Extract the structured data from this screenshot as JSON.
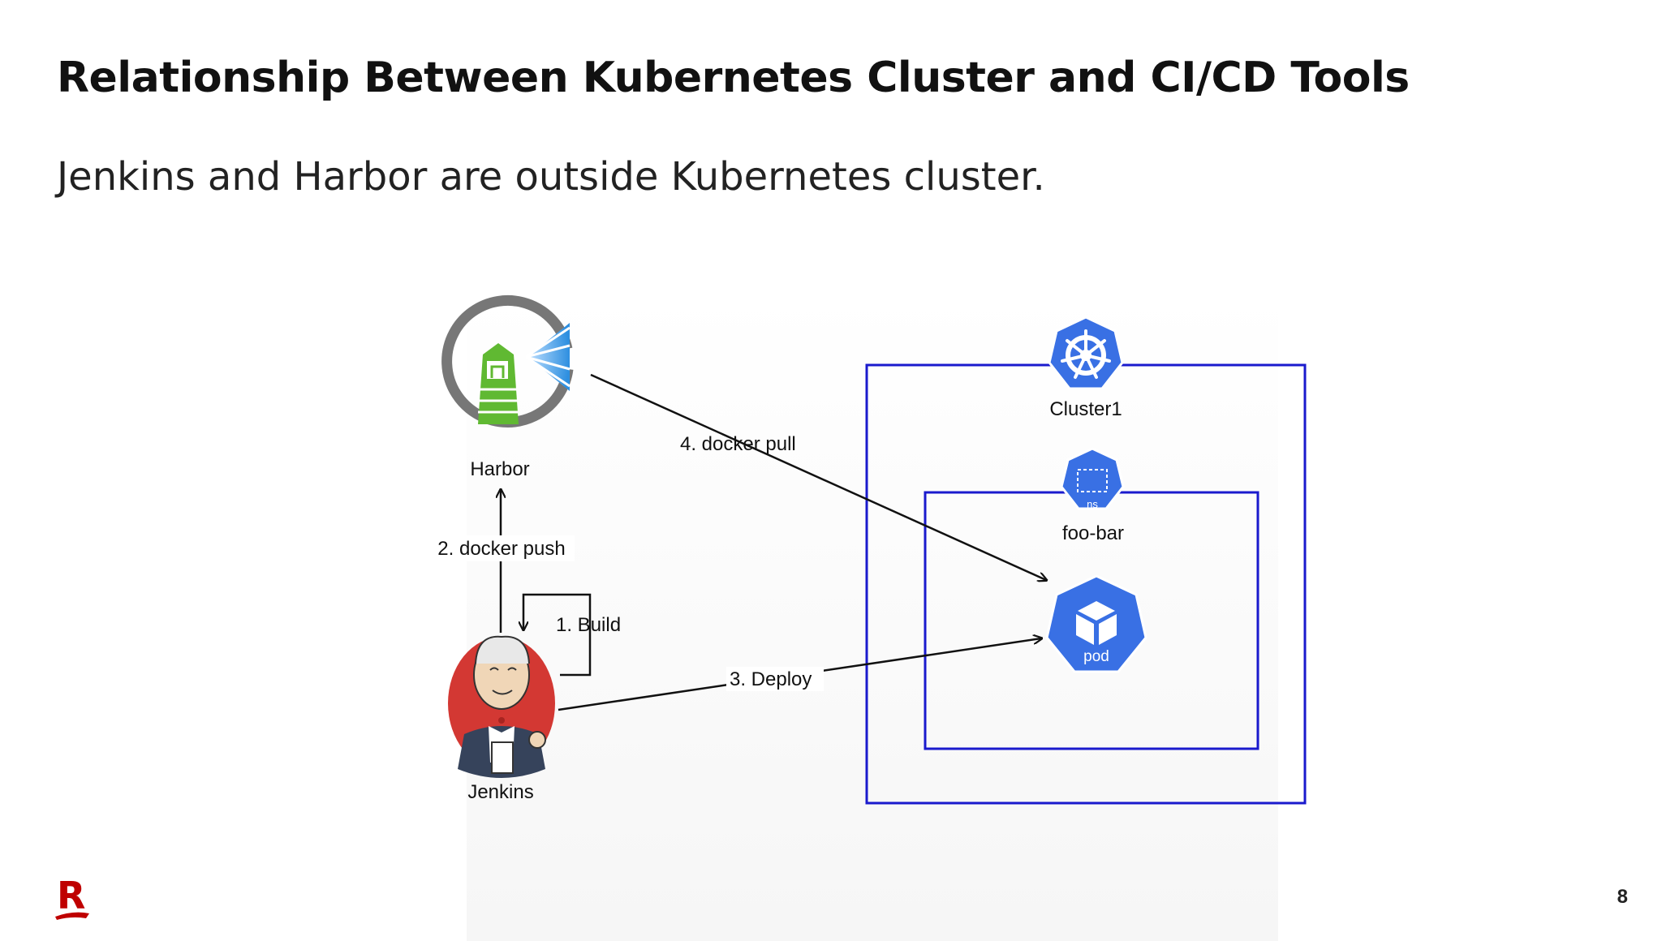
{
  "slide": {
    "title": "Relationship Between Kubernetes Cluster and CI/CD Tools",
    "subtitle": "Jenkins and Harbor are outside Kubernetes cluster.",
    "page_number": "8",
    "brand_letter": "R"
  },
  "diagram": {
    "nodes": {
      "harbor": "Harbor",
      "jenkins": "Jenkins",
      "cluster": "Cluster1",
      "namespace": "foo-bar",
      "namespace_icon_text": "ns",
      "pod_icon_text": "pod"
    },
    "edges": {
      "build": "1. Build",
      "docker_push": "2. docker push",
      "deploy": "3. Deploy",
      "docker_pull": "4. docker pull"
    },
    "colors": {
      "cluster_border": "#1a1acd",
      "k8s_blue": "#3970e4",
      "harbor_green": "#60b932",
      "jenkins_red": "#d33833",
      "brand_red": "#bf0000"
    }
  }
}
